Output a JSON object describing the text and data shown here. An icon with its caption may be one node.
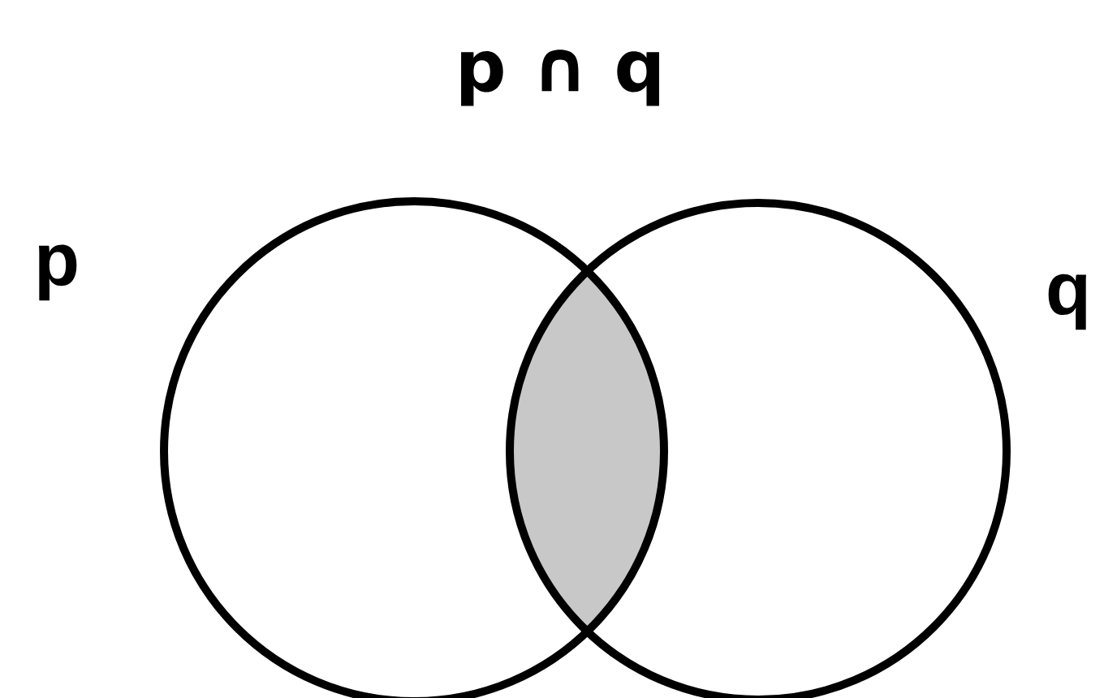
{
  "diagram": {
    "nodes": [
      {
        "text": [
          "p"
        ]
      },
      {
        "text": [
          "q"
        ]
      }
    ],
    "labels": [
      "p ∩ q"
    ]
  }
}
